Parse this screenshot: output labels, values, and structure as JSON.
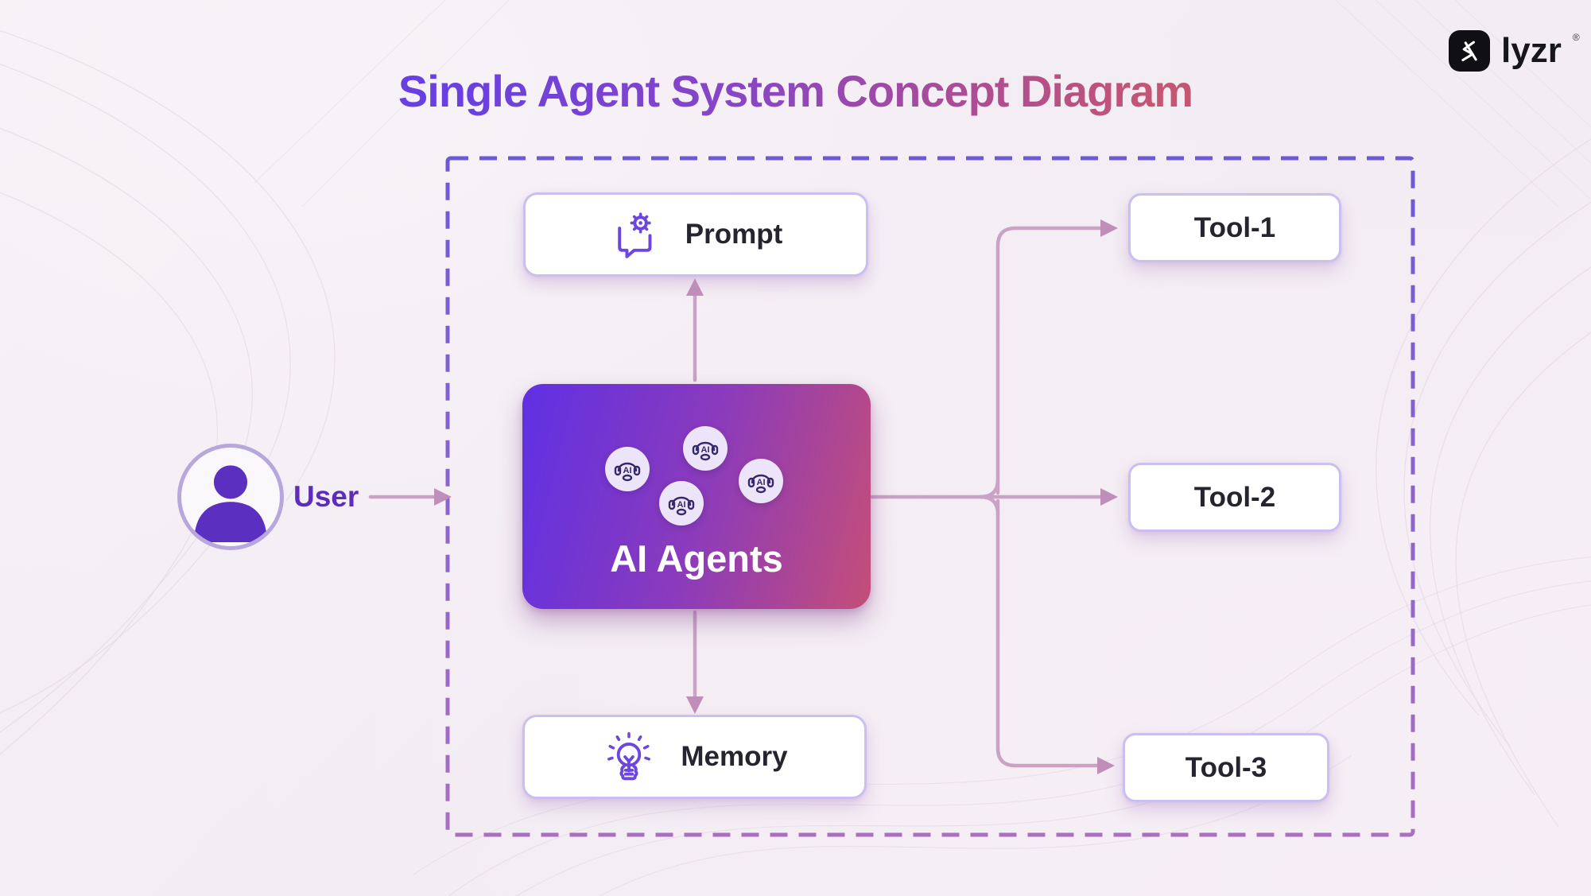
{
  "title": "Single Agent System Concept Diagram",
  "logo": {
    "text": "lyzr",
    "registered": "®",
    "icon": "lyzr-logo-icon"
  },
  "user": {
    "label": "User",
    "icon": "user-avatar"
  },
  "agents": {
    "label": "AI Agents",
    "badge_label": "AI",
    "badge_count": 4,
    "badge_icon": "ai-headset-icon",
    "gradient_from": "#5f30e4",
    "gradient_to": "#c44e78"
  },
  "nodes": {
    "prompt": {
      "label": "Prompt",
      "icon": "gear-chat-icon"
    },
    "memory": {
      "label": "Memory",
      "icon": "lightbulb-icon"
    },
    "tools": [
      {
        "label": "Tool-1"
      },
      {
        "label": "Tool-2"
      },
      {
        "label": "Tool-3"
      }
    ]
  },
  "connections": [
    {
      "from": "User",
      "to": "System boundary"
    },
    {
      "from": "AI Agents",
      "to": "Prompt"
    },
    {
      "from": "AI Agents",
      "to": "Memory"
    },
    {
      "from": "AI Agents",
      "to": "Tool-1"
    },
    {
      "from": "AI Agents",
      "to": "Tool-2"
    },
    {
      "from": "AI Agents",
      "to": "Tool-3"
    }
  ],
  "colors": {
    "title_gradient_from": "#6840e2",
    "title_gradient_to": "#c45672",
    "connector_line": "#c9a2c5",
    "arrowhead": "#c08fb9",
    "dashed_border_top": "#6c59d5",
    "dashed_border_bottom": "#a96fc0",
    "node_border": "#c9c0f0",
    "node_text": "#26242e",
    "user_text": "#5c2db8",
    "background": "#f4eef4"
  }
}
